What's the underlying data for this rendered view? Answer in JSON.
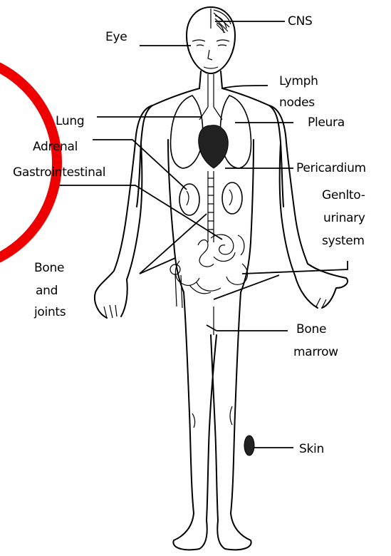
{
  "diagram": {
    "labels": {
      "cns": "CNS",
      "eye": "Eye",
      "lymph_nodes_1": "Lymph",
      "lymph_nodes_2": "nodes",
      "lung": "Lung",
      "pleura": "Pleura",
      "adrenal": "Adrenal",
      "gastrointestinal": "Gastrointestinal",
      "pericardium": "Pericardium",
      "genito_urinary_1": "Genlto-",
      "genito_urinary_2": "urinary",
      "genito_urinary_3": "system",
      "bone_joints_1": "Bone",
      "bone_joints_2": "and",
      "bone_joints_3": "joints",
      "bone_marrow_1": "Bone",
      "bone_marrow_2": "marrow",
      "skin": "Skin"
    },
    "colors": {
      "line": "#000000",
      "overlay_circle": "#ee0000",
      "background": "#ffffff"
    }
  }
}
